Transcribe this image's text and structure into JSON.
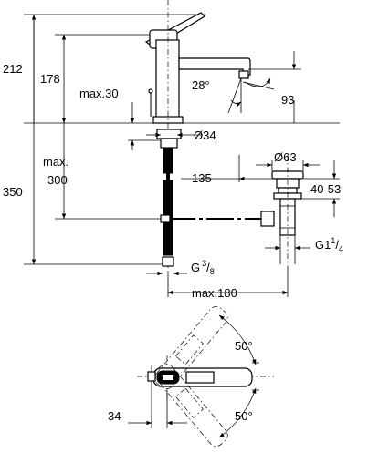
{
  "drawing": {
    "type": "technical-dimension-drawing",
    "subject": "single-lever basin mixer",
    "labels": {
      "overall_height": "212",
      "spout_height": "178",
      "max_deck": "max.30",
      "lever_angle": "28°",
      "spout_reach": "93",
      "base_diameter": "Ø34",
      "max_below": "max.",
      "max_below_value": "300",
      "waste_offset": "135",
      "waste_diameter": "Ø63",
      "waste_range": "40-53",
      "total_height": "350",
      "waste_thread": "G1",
      "waste_thread_num": "1",
      "waste_thread_den": "4",
      "hose_thread": "G",
      "hose_thread_num": "3",
      "hose_thread_den": "8",
      "max_width": "max.180",
      "swing_angle_top": "50°",
      "swing_angle_bottom": "50°",
      "lever_depth": "34"
    }
  }
}
